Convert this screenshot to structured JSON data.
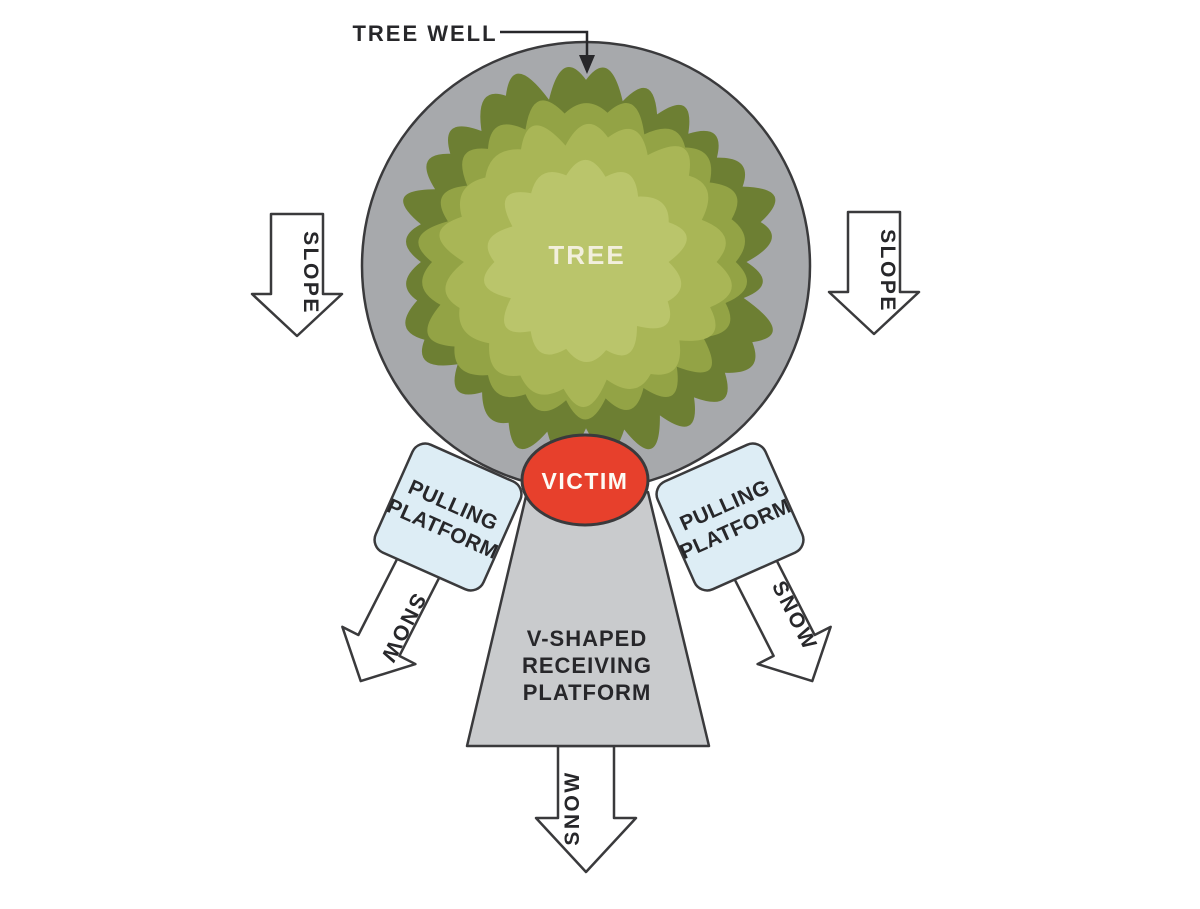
{
  "diagram": {
    "tree_well_callout": {
      "label": "TREE WELL"
    },
    "tree": {
      "label": "TREE"
    },
    "victim": {
      "label": "VICTIM"
    },
    "slope_arrow_left": {
      "label": "SLOPE"
    },
    "slope_arrow_right": {
      "label": "SLOPE"
    },
    "pulling_platform_left": {
      "line1": "PULLING",
      "line2": "PLATFORM"
    },
    "pulling_platform_right": {
      "line1": "PULLING",
      "line2": "PLATFORM"
    },
    "receiving_platform": {
      "line1": "V-SHAPED",
      "line2": "RECEIVING",
      "line3": "PLATFORM"
    },
    "snow_arrow_left": {
      "label": "SNOW"
    },
    "snow_arrow_right": {
      "label": "SNOW"
    },
    "snow_arrow_bottom": {
      "label": "SNOW"
    }
  },
  "colors": {
    "background": "#ffffff",
    "tree_well_gray": "#a7a9ac",
    "canopy_outer": "#6d7f33",
    "canopy_mid1": "#93a345",
    "canopy_mid2": "#a9b656",
    "canopy_core": "#bac56b",
    "victim_red": "#e7402c",
    "platform_blue": "#ddedf5",
    "funnel_gray": "#c9cbcd",
    "arrow_white": "#ffffff",
    "outline_dark": "#3a3a3c",
    "text_dark": "#27272a",
    "tree_text": "#f2efdd",
    "victim_text": "#fdfbf5"
  }
}
